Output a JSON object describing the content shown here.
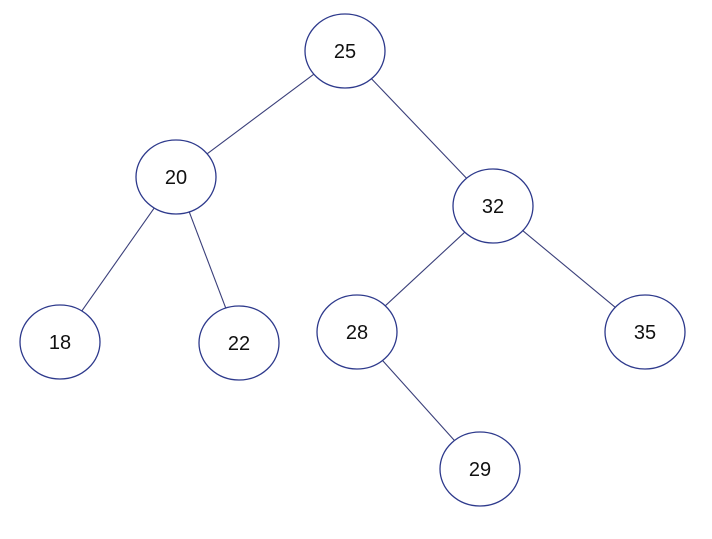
{
  "tree": {
    "nodes": [
      {
        "id": "n25",
        "label": "25"
      },
      {
        "id": "n20",
        "label": "20"
      },
      {
        "id": "n32",
        "label": "32"
      },
      {
        "id": "n18",
        "label": "18"
      },
      {
        "id": "n22",
        "label": "22"
      },
      {
        "id": "n28",
        "label": "28"
      },
      {
        "id": "n35",
        "label": "35"
      },
      {
        "id": "n29",
        "label": "29"
      }
    ],
    "edges": [
      {
        "from": "n25",
        "to": "n20"
      },
      {
        "from": "n25",
        "to": "n32"
      },
      {
        "from": "n20",
        "to": "n18"
      },
      {
        "from": "n20",
        "to": "n22"
      },
      {
        "from": "n32",
        "to": "n28"
      },
      {
        "from": "n32",
        "to": "n35"
      },
      {
        "from": "n28",
        "to": "n29"
      }
    ]
  }
}
